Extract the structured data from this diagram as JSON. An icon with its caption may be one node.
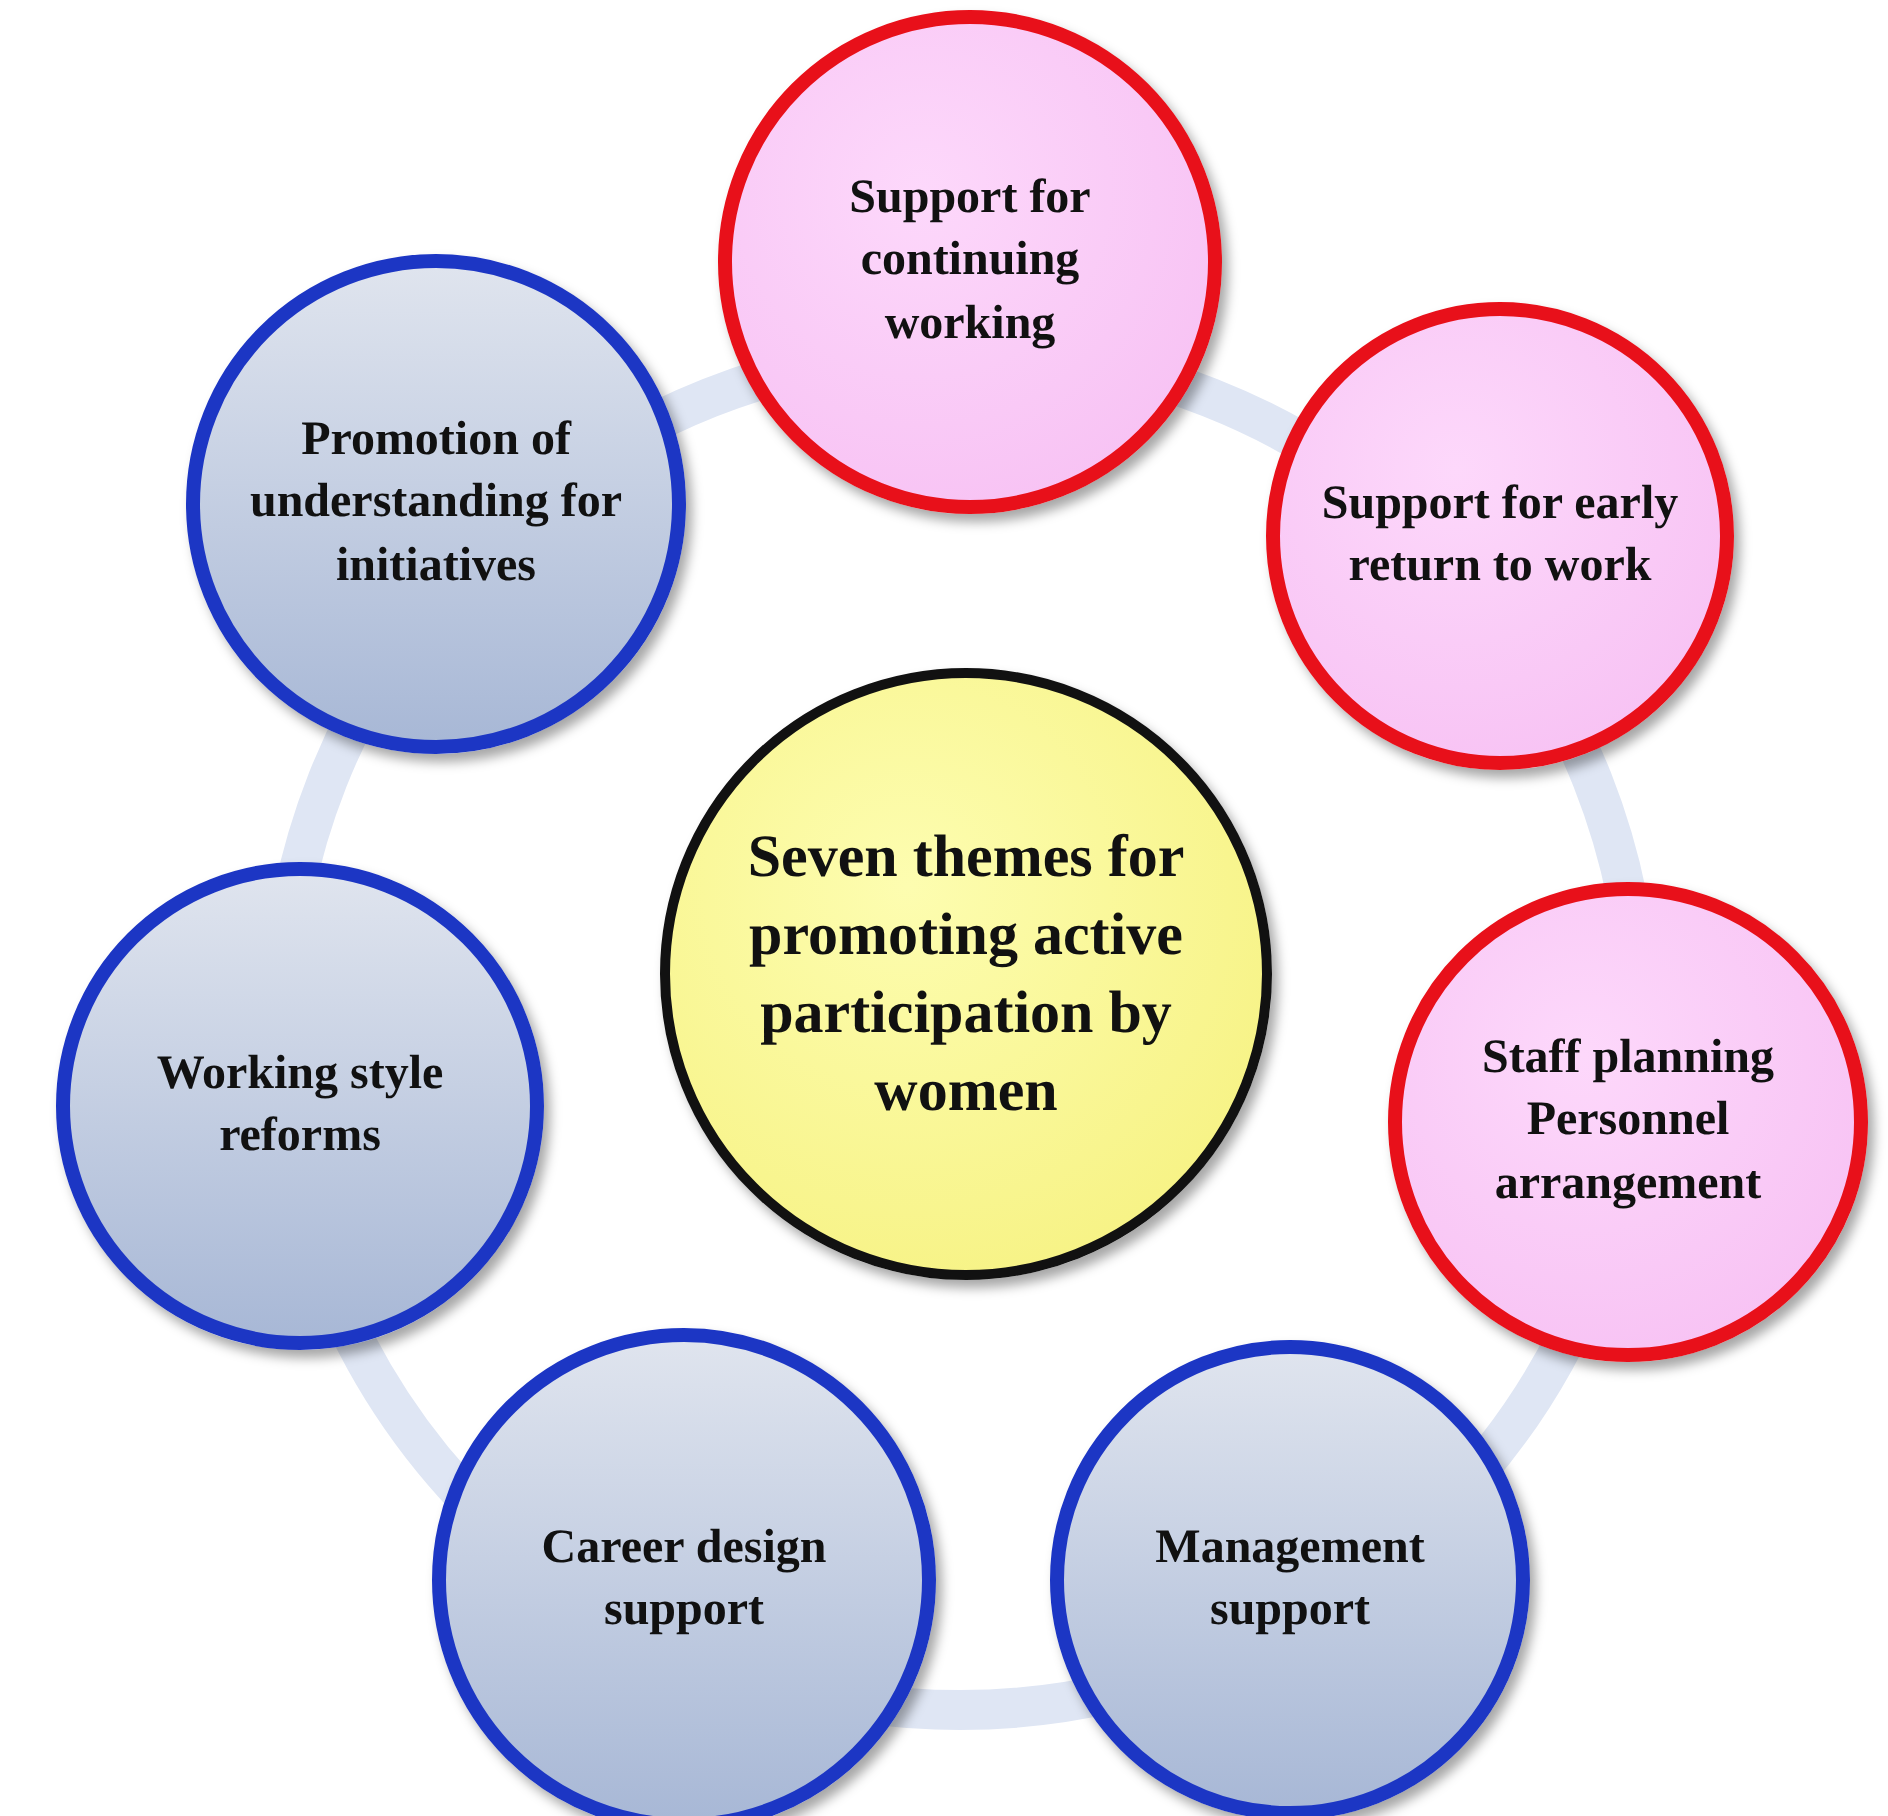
{
  "diagram": {
    "nodes": [
      {
        "text": [
          "Seven themes for promoting active participation by women"
        ]
      },
      {
        "text": [
          "Support for continuing working"
        ]
      },
      {
        "text": [
          "Support for early return to work"
        ]
      },
      {
        "text": [
          "Staff planning Personnel arrangement"
        ]
      },
      {
        "text": [
          "Management support"
        ]
      },
      {
        "text": [
          "Career design support"
        ]
      },
      {
        "text": [
          "Working style reforms"
        ]
      },
      {
        "text": [
          "Promotion of understanding for initiatives"
        ]
      }
    ]
  }
}
